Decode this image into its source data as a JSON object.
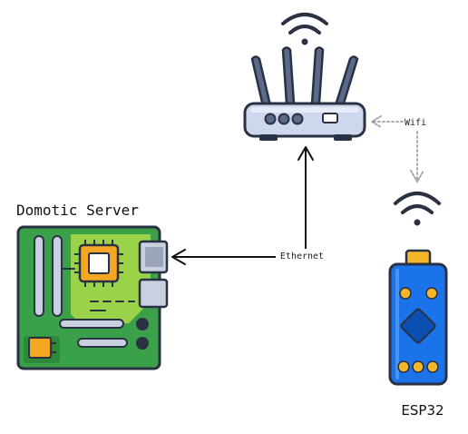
{
  "nodes": {
    "server": {
      "label": "Domotic Server",
      "icon": "motherboard-icon"
    },
    "router": {
      "icon": "wifi-router-icon"
    },
    "esp32": {
      "label": "ESP32",
      "icon": "esp32-board-icon"
    }
  },
  "links": {
    "ethernet": {
      "label": "Ethernet",
      "style": "solid"
    },
    "wifi": {
      "label": "Wifi",
      "style": "dotted"
    }
  },
  "colors": {
    "outline": "#2a3142",
    "board_green": "#3aa04a",
    "board_light": "#9ad24a",
    "chip_orange": "#f5a623",
    "router_body": "#cfd7ee",
    "esp_blue": "#1a73e8",
    "esp_dark": "#0b4fb3",
    "esp_cap": "#f5b72a",
    "wifi_dotted": "#9aa0a6"
  }
}
